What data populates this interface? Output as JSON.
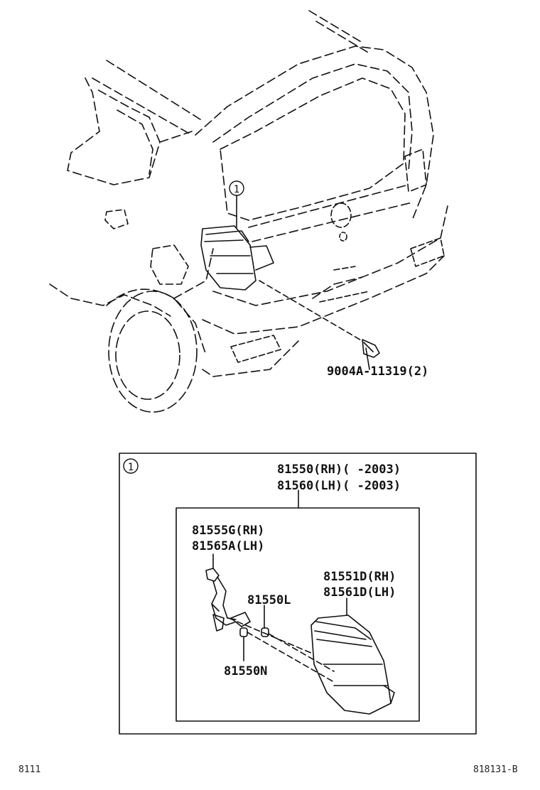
{
  "callout_ref": "1",
  "labels": {
    "bolt": "9004A-11319(2)",
    "lamp_assy_rh": "81550(RH)(   -2003)",
    "lamp_assy_lh": "81560(LH)(   -2003)",
    "socket_rh": "81555G(RH)",
    "socket_lh": "81565A(LH)",
    "bulb_l": "81550L",
    "bulb_n": "81550N",
    "lens_rh": "81551D(RH)",
    "lens_lh": "81561D(LH)"
  },
  "footer": {
    "left_code": "8111",
    "right_code": "818131-B"
  }
}
